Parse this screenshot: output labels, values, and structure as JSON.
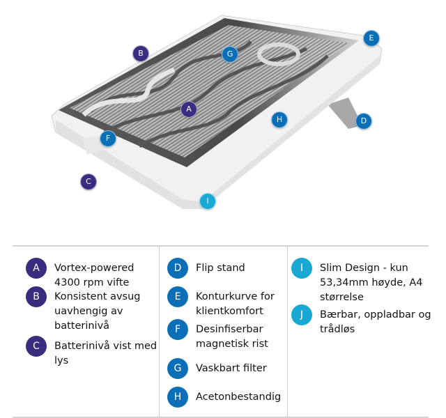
{
  "colors": {
    "group1": "#3a2d7f",
    "group2": "#0b6fb8",
    "group3": "#19a7d3"
  },
  "markers": [
    {
      "id": "A",
      "group": "group1"
    },
    {
      "id": "B",
      "group": "group1"
    },
    {
      "id": "C",
      "group": "group1"
    },
    {
      "id": "D",
      "group": "group2"
    },
    {
      "id": "E",
      "group": "group2"
    },
    {
      "id": "F",
      "group": "group2"
    },
    {
      "id": "G",
      "group": "group2"
    },
    {
      "id": "H",
      "group": "group2"
    },
    {
      "id": "I",
      "group": "group3"
    }
  ],
  "legend": [
    {
      "id": "A",
      "text": "Vortex-powered 4300 rpm vifte"
    },
    {
      "id": "B",
      "text": "Konsistent avsug uavhengig av batterinivå"
    },
    {
      "id": "C",
      "text": "Batterinivå vist med lys"
    },
    {
      "id": "D",
      "text": "Flip stand"
    },
    {
      "id": "E",
      "text": "Konturkurve for klientkomfort"
    },
    {
      "id": "F",
      "text": "Desinfiserbar magnetisk rist"
    },
    {
      "id": "G",
      "text": "Vaskbart filter"
    },
    {
      "id": "H",
      "text": "Acetonbestandig"
    },
    {
      "id": "I",
      "text": "Slim Design - kun 53,34mm høyde, A4 størrelse"
    },
    {
      "id": "J",
      "text": "Bærbar, oppladbar og trådløs"
    }
  ]
}
